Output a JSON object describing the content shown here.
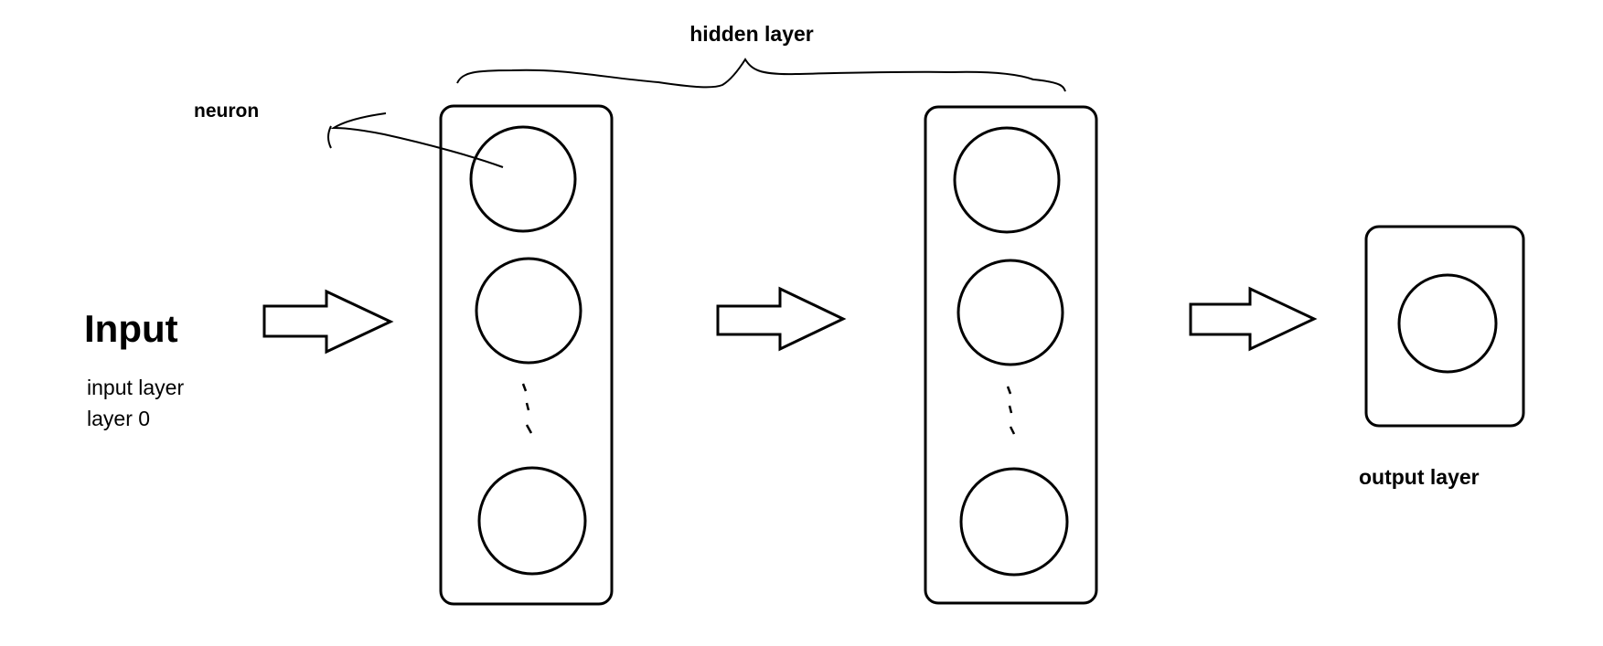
{
  "labels": {
    "hidden_layer": "hidden layer",
    "neuron": "neuron",
    "input_title": "Input",
    "input_sub1": "input layer",
    "input_sub2": "layer 0",
    "output_layer": "output layer"
  },
  "colors": {
    "stroke": "#000000",
    "background": "#ffffff"
  }
}
